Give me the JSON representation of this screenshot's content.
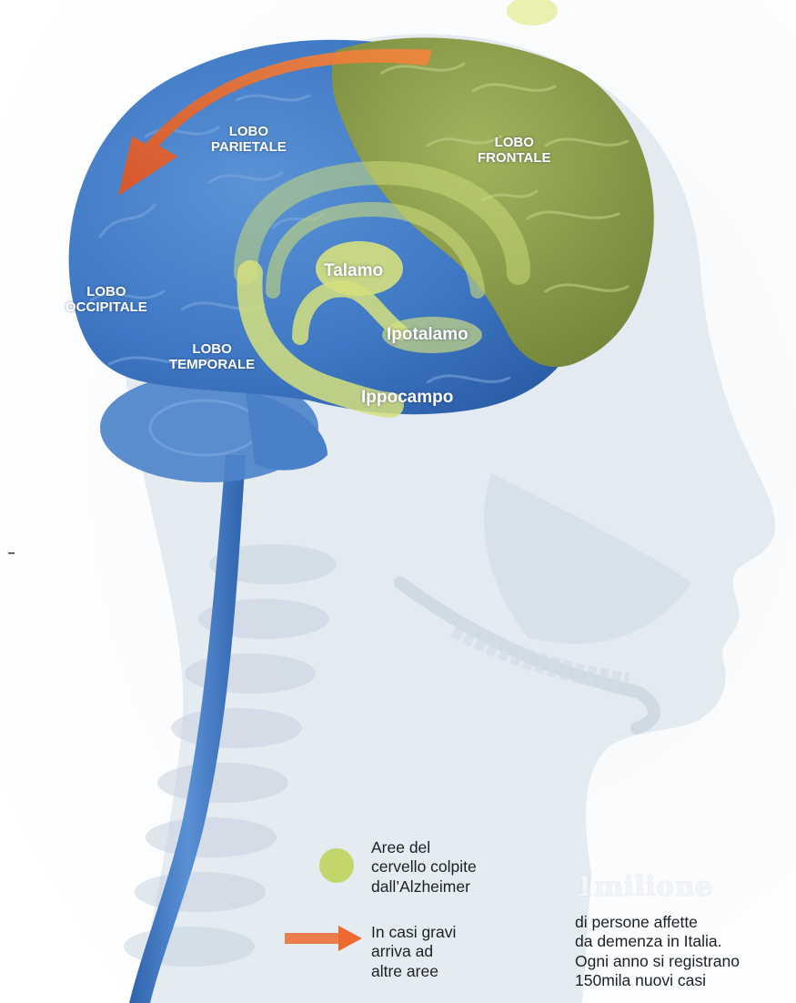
{
  "regions": {
    "lobo_parietale": [
      "LOBO",
      "PARIETALE"
    ],
    "lobo_frontale": [
      "LOBO",
      "FRONTALE"
    ],
    "lobo_occipitale": [
      "LOBO",
      "OCCIPITALE"
    ],
    "lobo_temporale": [
      "LOBO",
      "TEMPORALE"
    ],
    "talamo": "Talamo",
    "ipotalamo": "Ipotalamo",
    "ippocampo": "Ippocampo"
  },
  "legend": {
    "affected": [
      "Aree del",
      "cervello colpite",
      "dall’Alzheimer"
    ],
    "spread": [
      "In casi gravi",
      "arriva ad",
      "altre aree"
    ]
  },
  "stat": {
    "figure": "1milione",
    "text": [
      "di persone affette",
      "da demenza in Italia.",
      "Ogni anno si registrano",
      "150mila nuovi casi"
    ]
  },
  "colors": {
    "brain_blue": "#3f78c4",
    "frontal_green": "#8fa04e",
    "affected_yellow": "#c9d879",
    "arrow_orange": "#ec6a2f",
    "head_gray": "#e3ebf2"
  }
}
